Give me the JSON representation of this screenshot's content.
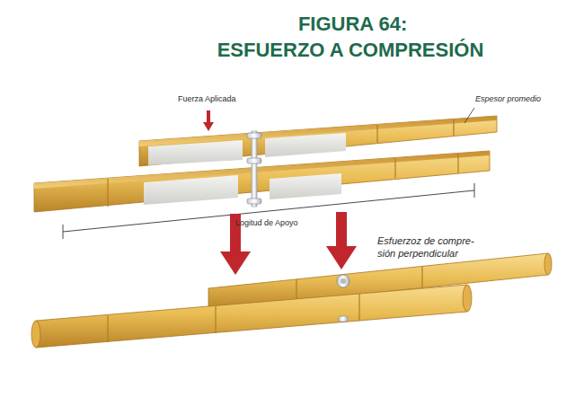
{
  "diagram": {
    "title": "FIGURA 64: ESFUERZO A COMPRESIÓN",
    "labels": [
      "Fuerza Aplicada",
      "Espesor promedio",
      "Logitud de Apoyo",
      "Esfuerzoz de compre- sión perpendicular"
    ]
  }
}
